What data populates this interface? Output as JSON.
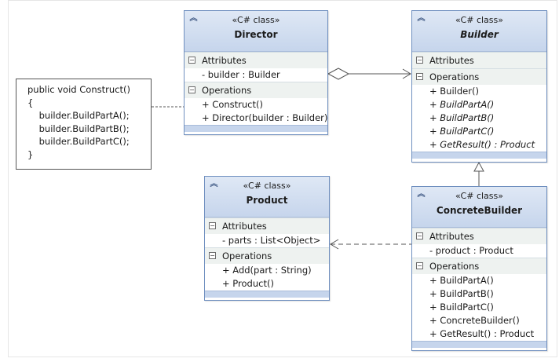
{
  "note": {
    "lines": [
      "public void Construct()",
      "{",
      "    builder.BuildPartA();",
      "    builder.BuildPartB();",
      "    builder.BuildPartC();",
      "}"
    ]
  },
  "colors": {
    "border": "#6f8fbf",
    "header": "#c6d5ec",
    "section": "#eef2f0",
    "line": "#555555"
  },
  "icons": {
    "collapse": "double-chevron-up-icon",
    "section_toggle": "minus-box-icon"
  },
  "classes": {
    "director": {
      "stereotype": "«C# class»",
      "name": "Director",
      "attributes_label": "Attributes",
      "attributes": [
        "- builder : Builder"
      ],
      "operations_label": "Operations",
      "operations": [
        "+ Construct()",
        "+ Director(builder : Builder)"
      ]
    },
    "builder": {
      "stereotype": "«C# class»",
      "name": "Builder",
      "attributes_label": "Attributes",
      "attributes": [],
      "operations_label": "Operations",
      "operations": [
        "+ Builder()",
        "+ BuildPartA()",
        "+ BuildPartB()",
        "+ BuildPartC()",
        "+ GetResult() : Product"
      ]
    },
    "product": {
      "stereotype": "«C# class»",
      "name": "Product",
      "attributes_label": "Attributes",
      "attributes": [
        "- parts : List<Object>"
      ],
      "operations_label": "Operations",
      "operations": [
        "+ Add(part : String)",
        "+ Product()"
      ]
    },
    "concrete_builder": {
      "stereotype": "«C# class»",
      "name": "ConcreteBuilder",
      "attributes_label": "Attributes",
      "attributes": [
        "- product : Product"
      ],
      "operations_label": "Operations",
      "operations": [
        "+ BuildPartA()",
        "+ BuildPartB()",
        "+ BuildPartC()",
        "+ ConcreteBuilder()",
        "+ GetResult() : Product"
      ]
    }
  }
}
